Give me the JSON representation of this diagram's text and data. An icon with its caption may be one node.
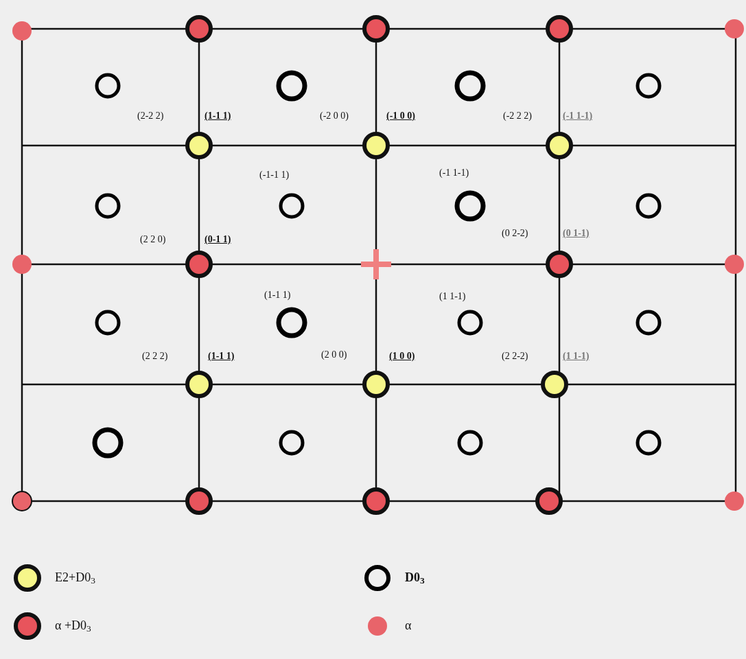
{
  "diagram": {
    "labels": [
      "(2-2 2)",
      "(1-1 1)",
      "(-2 0 0)",
      "(-1 0 0)",
      "(-2 2 2)",
      "(-1 1-1)",
      "(-1-1 1)",
      "(-1 1-1)",
      "(2 2 0)",
      "(0-1 1)",
      "(0 2-2)",
      "(0 1-1)",
      "(1-1 1)",
      "(1 1-1)",
      "(2 2 2)",
      "(1-1 1)",
      "(2 0 0)",
      "(1 0 0)",
      "(2 2-2)",
      "(1 1-1)"
    ],
    "legend": [
      {
        "text": "E2+D0$_{3}$"
      },
      {
        "text": "D0$_{3}$"
      },
      {
        "text": "α +D0$_{3}$"
      },
      {
        "text": "α"
      }
    ]
  }
}
